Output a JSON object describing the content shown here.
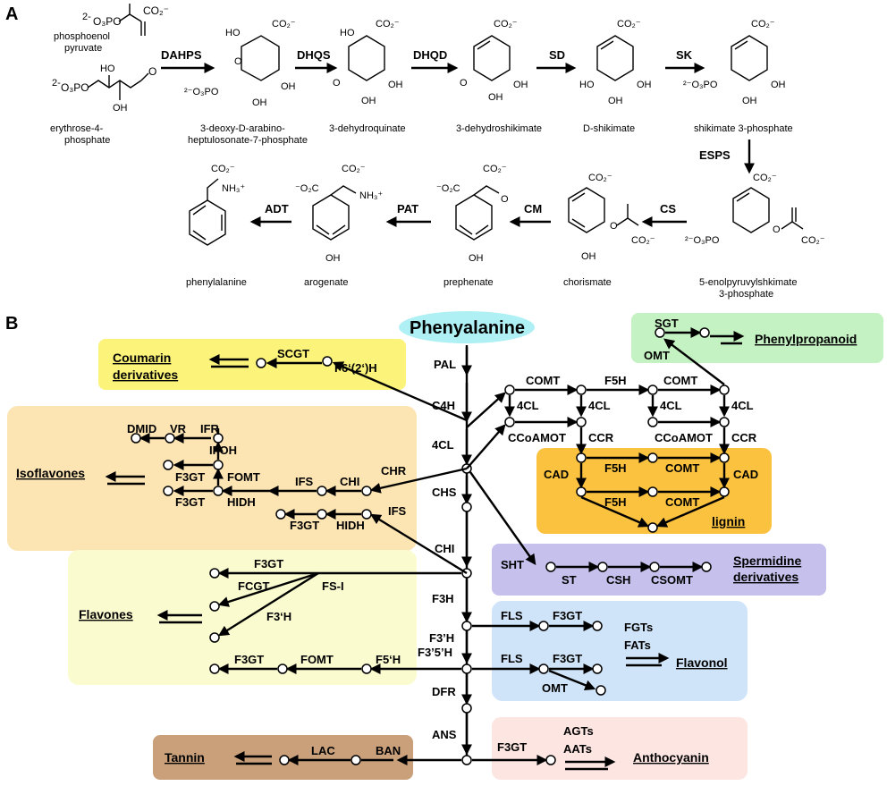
{
  "panels": {
    "a": "A",
    "b": "B"
  },
  "part_a": {
    "compounds": {
      "pep": [
        "phosphoenol",
        "pyruvate"
      ],
      "e4p": [
        "erythrose-4-",
        "phosphate"
      ],
      "dahp": [
        "3-deoxy-D-arabino-",
        "heptulosonate-7-phosphate"
      ],
      "dhq": "3-dehydroquinate",
      "dhs": "3-dehydroshikimate",
      "shikimate": "D-shikimate",
      "s3p": "shikimate 3-phosphate",
      "epsp": [
        "5-enolpyruvylshkimate",
        "3-phosphate"
      ],
      "chorismate": "chorismate",
      "prephenate": "prephenate",
      "arogenate": "arogenate",
      "phe": "phenylalanine"
    },
    "enzymes": {
      "dahps": "DAHPS",
      "dhqs": "DHQS",
      "dhqd": "DHQD",
      "sd": "SD",
      "sk": "SK",
      "esps": "ESPS",
      "cs": "CS",
      "cm": "CM",
      "pat": "PAT",
      "adt": "ADT"
    }
  },
  "part_b": {
    "start": "Phenyalanine",
    "main_enzymes": [
      "PAL",
      "C4H",
      "4CL",
      "CHS",
      "CHI",
      "F3H",
      "F3’H",
      "F3’5’H",
      "DFR",
      "ANS"
    ],
    "products": {
      "coumarin": [
        "Coumarin",
        "derivatives"
      ],
      "isoflavones": "Isoflavones",
      "flavones": "Flavones",
      "tannin": "Tannin",
      "phenylpropanoid": "Phenylpropanoid",
      "lignin": "lignin",
      "spermidine": [
        "Spermidine",
        "derivatives"
      ],
      "flavonol": "Flavonol",
      "anthocyanin": "Anthocyanin"
    },
    "coumarin_enzymes": {
      "scgt": "SCGT",
      "f6h": "F6‘(2‘)H"
    },
    "iso_enzymes": {
      "dmid": "DMID",
      "vr": "VR",
      "ifr": "IFR",
      "ifoh": "IFOH",
      "f3gt1": "F3GT",
      "fomt": "FOMT",
      "ifs1": "IFS",
      "chi": "CHI",
      "chr": "CHR",
      "f3gt2": "F3GT",
      "hidh1": "HIDH",
      "f3gt3": "F3GT",
      "hidh2": "HIDH",
      "ifs2": "IFS"
    },
    "flavone_enzymes": {
      "f3gt1": "F3GT",
      "fcgt": "FCGT",
      "fsi": "FS-I",
      "f3h": "F3‘H",
      "f3gt2": "F3GT",
      "fomt": "FOMT",
      "f5h": "F5‘H"
    },
    "tannin_enzymes": {
      "lac": "LAC",
      "ban": "BAN"
    },
    "lignin_enzymes": {
      "sgt": "SGT",
      "omt": "OMT",
      "comt1": "COMT",
      "f5h1": "F5H",
      "comt2": "COMT",
      "cl1": "4CL",
      "cl2": "4CL",
      "cl3": "4CL",
      "cl4": "4CL",
      "ccoamot1": "CCoAMOT",
      "ccr1": "CCR",
      "ccoamot2": "CCoAMOT",
      "ccr2": "CCR",
      "cad1": "CAD",
      "f5h2": "F5H",
      "comt3": "COMT",
      "cad2": "CAD",
      "f5h3": "F5H",
      "comt4": "COMT"
    },
    "spermidine_enzymes": {
      "sht": "SHT",
      "st": "ST",
      "csh": "CSH",
      "csomt": "CSOMT"
    },
    "flavonol_enzymes": {
      "fls1": "FLS",
      "f3gt1": "F3GT",
      "fgts": "FGTs",
      "fats": "FATs",
      "fls2": "FLS",
      "f3gt2": "F3GT",
      "omt": "OMT"
    },
    "antho_enzymes": {
      "f3gt": "F3GT",
      "agts": "AGTs",
      "aats": "AATs"
    }
  },
  "colors": {
    "coumarin": "#fbf37a",
    "isoflavones": "#fce4b3",
    "flavones": "#fbfbd0",
    "tannin": "#c9a07a",
    "phenylpropanoid": "#c4f2c2",
    "lignin": "#fbc23f",
    "spermidine": "#c5c0ec",
    "flavonol": "#cfe4f8",
    "anthocyanin": "#fde6e2",
    "phenylalanine": "#aef0f4"
  }
}
